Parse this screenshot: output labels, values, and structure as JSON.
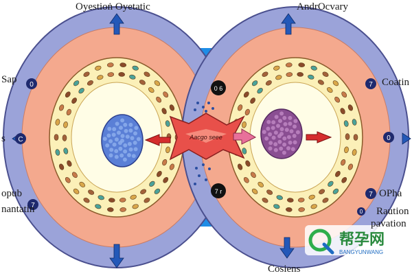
{
  "labels": {
    "top_left": "Oyestioṅ Oyetatic",
    "top_right": "AndrOcvary",
    "left_1": "Sap",
    "left_2": "s",
    "left_3a": "opub",
    "left_3b": "nantatin",
    "right_1": "Coatin",
    "right_2a": "OPha",
    "right_2b": "Raution",
    "right_2c": "pavation",
    "bottom": "Cosiens",
    "center": "Aacgo seee"
  },
  "markers": {
    "m_left_top": "0",
    "m_left_mid": "C",
    "m_left_bot": "7",
    "m_center_top": "0 6",
    "m_center_bot": "7 r",
    "m_right_top": "7",
    "m_right_mid": "0",
    "m_right_bot": "7",
    "m_right_bot2": "0"
  },
  "watermark": {
    "title": "帮孕网",
    "subtitle": "BANGYUNWANG"
  },
  "colors": {
    "outer_ring": "#9ba3d9",
    "outer_ring_stroke": "#4a4f8e",
    "salmon_layer": "#f4a98e",
    "cream_layer": "#fbf0b8",
    "inner_core": "#fffde6",
    "blue_nucleus": "#5a7fd6",
    "purple_nucleus": "#8a4e92",
    "channel_blue": "#1e8de6",
    "arrow_red": "#d52d2d",
    "accent_arrow_blue": "#2358b8",
    "watermark_green": "#2fae4b",
    "watermark_blue": "#1f6cc2"
  }
}
